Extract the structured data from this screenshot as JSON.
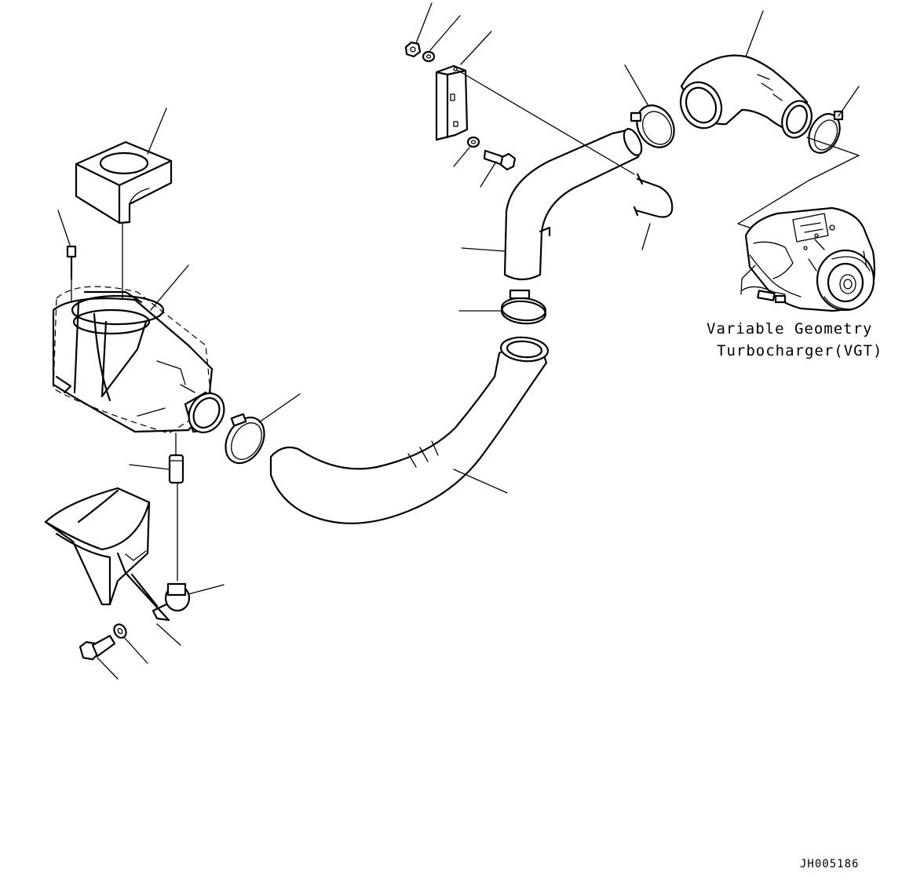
{
  "callout": {
    "line1": "Variable Geometry",
    "line2": "Turbocharger(VGT)"
  },
  "drawing_id": "JH005186"
}
